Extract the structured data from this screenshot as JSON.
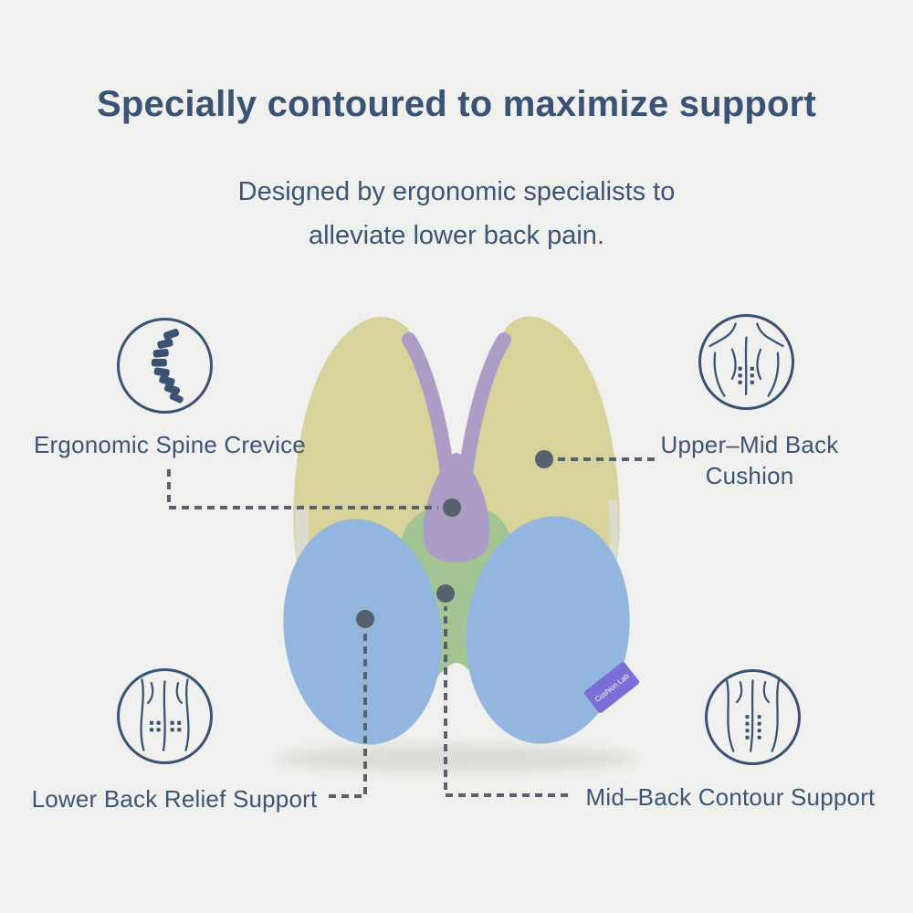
{
  "header": {
    "title": "Specially contoured to maximize support",
    "subtitle_line1": "Designed by ergonomic specialists to",
    "subtitle_line2": "alleviate lower back pain."
  },
  "callouts": {
    "spine_crevice": {
      "label": "Ergonomic Spine Crevice",
      "icon": "spine-icon"
    },
    "upper_mid_back": {
      "label_line1": "Upper–Mid Back",
      "label_line2": "Cushion",
      "icon": "upper-back-icon"
    },
    "lower_back": {
      "label": "Lower Back Relief Support",
      "icon": "lower-back-icon"
    },
    "mid_back": {
      "label": "Mid–Back Contour Support",
      "icon": "mid-back-icon"
    }
  },
  "pillow": {
    "tag_text": "Cushion Lab",
    "tag_color": "#7a6fd6",
    "shadow_color": "#d8d8d4",
    "regions": {
      "upper_mid_back_cushion": "#d7d39b",
      "spine_crevice": "#ab9dc6",
      "mid_back_contour": "#a2c593",
      "lower_back_lobes": "#92b6de"
    },
    "edge_highlight": "#dddcd6"
  },
  "colors": {
    "background": "#f0f0ee",
    "heading_text": "#3a5273",
    "label_text": "#3c5575",
    "connector": "#55616d",
    "icon_stroke": "#3a5375"
  }
}
